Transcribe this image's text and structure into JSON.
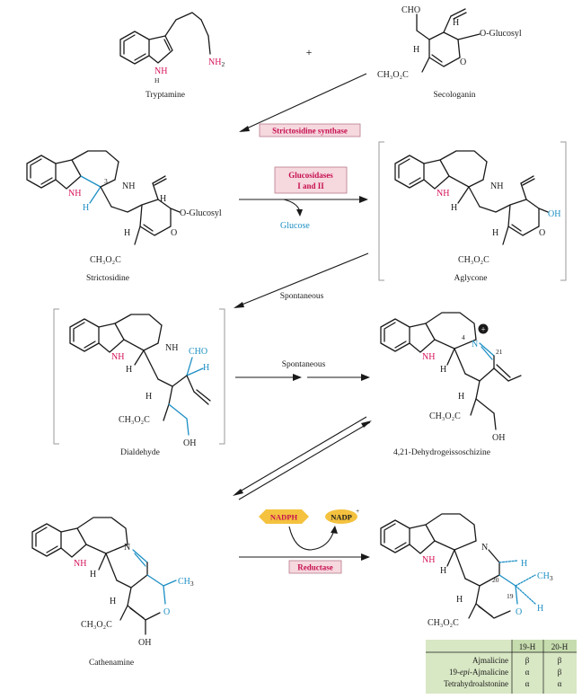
{
  "compounds": {
    "tryptamine": "Tryptamine",
    "secologanin": "Secologanin",
    "strictosidine": "Strictosidine",
    "aglycone": "Aglycone",
    "dialdehyde": "Dialdehyde",
    "dehydrogeissoschizine": "4,21-Dehydrogeissoschizine",
    "cathenamine": "Cathenamine"
  },
  "plus_sign": "+",
  "enzymes": {
    "strictosidine_synthase": "Strictosidine synthase",
    "glucosidases_line1": "Glucosidases",
    "glucosidases_line2": "I and II",
    "reductase": "Reductase"
  },
  "labels": {
    "spontaneous_1": "Spontaneous",
    "spontaneous_2": "Spontaneous",
    "glucose": "Glucose"
  },
  "cofactors": {
    "nadph": "NADPH",
    "nadp": "NADP",
    "nadp_charge": "+"
  },
  "atoms": {
    "nh2": "NH",
    "nh2_sub": "2",
    "nh": "NH",
    "n": "N",
    "h": "H",
    "cho": "CHO",
    "o": "O",
    "oh": "OH",
    "ch3": "CH",
    "ch3_sub": "3",
    "o_glucosyl": "O-Glucosyl",
    "ester": "CH₃O₂C",
    "plus_charge": "+",
    "num_3": "3",
    "num_4": "4",
    "num_21": "21",
    "num_19": "19",
    "num_20": "20"
  },
  "table": {
    "header": [
      "",
      "19-H",
      "20-H"
    ],
    "rows": [
      {
        "name": "Ajmalicine",
        "h19": "β",
        "h20": "β"
      },
      {
        "name_prefix": "19-",
        "name_italic": "epi",
        "name_suffix": "-Ajmalicine",
        "h19": "α",
        "h20": "β"
      },
      {
        "name": "Tetrahydroalstonine",
        "h19": "α",
        "h20": "α"
      }
    ]
  },
  "colors": {
    "nitrogen": "#d5135a",
    "highlight": "#1c8fc4",
    "enzyme_text": "#c6104f",
    "enzyme_box": "#f6d8df",
    "cofactor": "#f4c23e",
    "table_bg": "#d8e7c4"
  }
}
